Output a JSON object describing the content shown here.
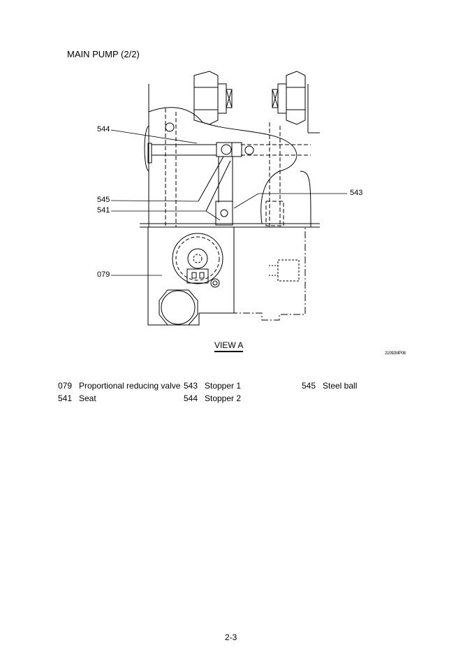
{
  "header": {
    "title": "MAIN PUMP (2/2)"
  },
  "figure": {
    "callouts": [
      "544",
      "545",
      "541",
      "079",
      "543"
    ],
    "view_label": "VIEW  A",
    "drawing_code": "21092MP08"
  },
  "legend": [
    {
      "num": "079",
      "name": "Proportional reducing valve"
    },
    {
      "num": "541",
      "name": "Seat"
    },
    {
      "num": "543",
      "name": "Stopper 1"
    },
    {
      "num": "544",
      "name": "Stopper 2"
    },
    {
      "num": "545",
      "name": "Steel ball"
    }
  ],
  "footer": {
    "page_number": "2-3"
  }
}
